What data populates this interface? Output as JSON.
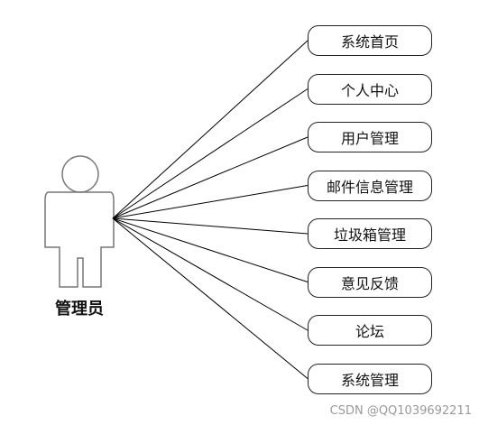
{
  "actor": {
    "label": "管理员"
  },
  "use_cases": [
    "系统首页",
    "个人中心",
    "用户管理",
    "邮件信息管理",
    "垃圾箱管理",
    "意见反馈",
    "论坛",
    "系统管理"
  ],
  "watermark": "CSDN @QQ1039692211"
}
